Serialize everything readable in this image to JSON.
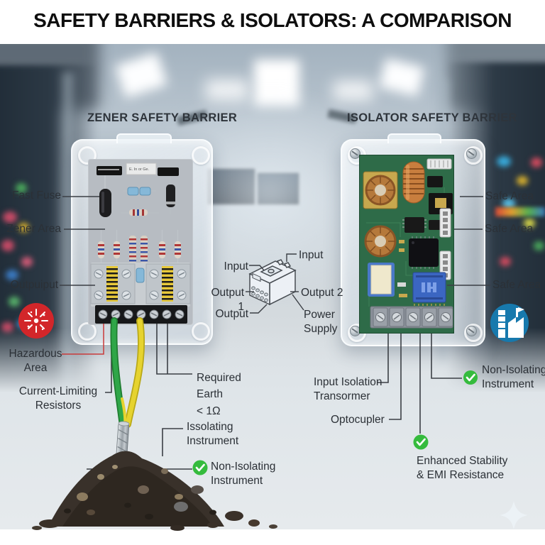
{
  "title": "SAFETY BARRIERS & ISOLATORS: A COMPARISON",
  "zener": {
    "header": "ZENER SAFETY BARRIER",
    "fast_fuse": "Fast Fuse",
    "zener_area": "Zener Area",
    "output": "Outpuiput",
    "hazardous_area": "Hazardous\nArea",
    "current_limiting": "Current-Limiting\nResistors",
    "required_earth": "Required\nEarth\n< 1Ω",
    "isolating": "Issolating\nInstrument",
    "non_isolating": "Non-Isolating\nInstrument",
    "board_text": "E. In or Ge."
  },
  "isolator": {
    "header": "ISOLATOR SAFETY BARRIER",
    "safe_area_1": "Safe Area",
    "safe_area_2": "Safe Area",
    "safe_area_3": "Safe Area",
    "input_isolation": "Input Isolation\nTransormer",
    "optocoupler": "Optocupler",
    "non_isolating": "Non-Isolating\nInstrument",
    "enhanced": "Enhanced Stability\n& EMI Resistance"
  },
  "module": {
    "input_top": "Input",
    "input_left": "Input",
    "output_1": "Output 1",
    "output_2": "Output 2",
    "output_bottom": "Output",
    "power_supply": "Power\nSupply"
  },
  "colors": {
    "hazard_red": "#d2262a",
    "safe_blue": "#1779ad",
    "check_green": "#35bb3d",
    "label_dark": "#2b3036",
    "wire_green": "#2a9440",
    "wire_yellow": "#e3cf2e",
    "pcb_green": "#2e6b48",
    "pcb_gray": "#b7bcc2"
  }
}
